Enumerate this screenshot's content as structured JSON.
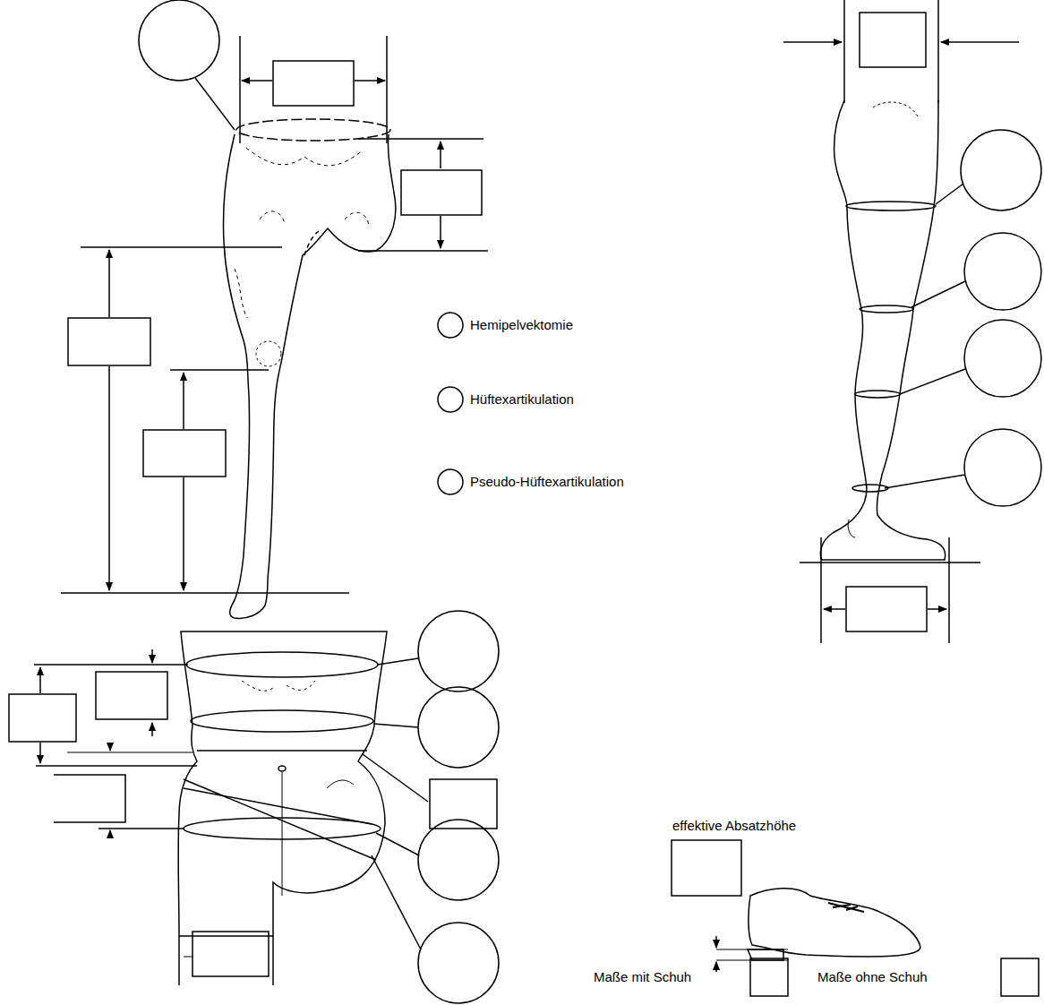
{
  "diagram": {
    "labels": [
      "effektive Absatzhöhe",
      "Maße mit Schuh",
      "Maße ohne Schuh"
    ],
    "legend": [
      {
        "text": "Hemipelvektomie"
      },
      {
        "text": "Hüftexartikulation"
      },
      {
        "text": "Pseudo-Hüftexartikulation"
      }
    ]
  }
}
